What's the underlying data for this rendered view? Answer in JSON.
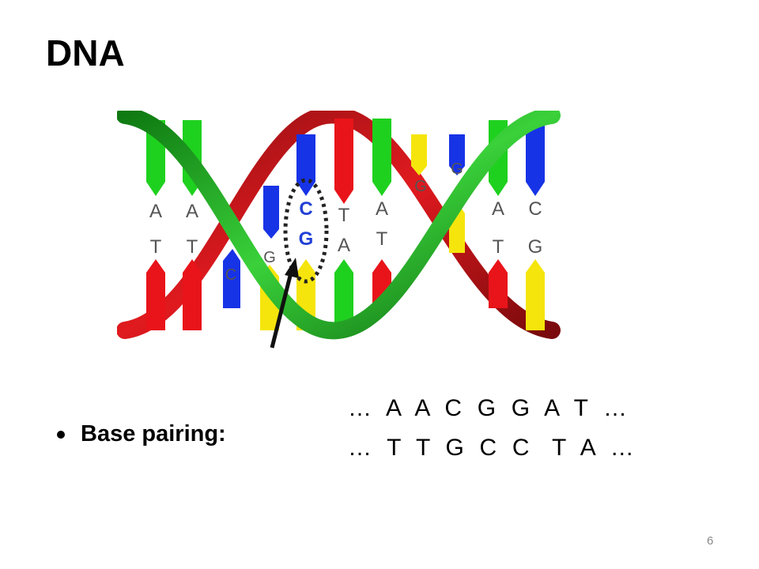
{
  "slide": {
    "title": "DNA",
    "bullet_label": "Base pairing:",
    "sequence_top": "…  A  A  C  G  G  A  T  …",
    "sequence_bottom": "…  T  T  G  C  C   T  A  …",
    "page_number": "6"
  },
  "diagram": {
    "top_letters": [
      "A",
      "A",
      "C",
      "T",
      "A",
      "A",
      "C"
    ],
    "bottom_letters": [
      "T",
      "T",
      "G",
      "A",
      "T",
      "T",
      "G"
    ],
    "small_letters": [
      "C",
      "G",
      "G",
      "G"
    ],
    "highlight_pair": [
      "C",
      "G"
    ],
    "colors": {
      "A": "#e8141a",
      "T": "#1fd11f",
      "C": "#1733e6",
      "G": "#f5e50c",
      "strand_green": "#1fae1f",
      "strand_red": "#c0141a",
      "letter_gray": "#555555",
      "highlight_letter": "#2240d6"
    }
  }
}
